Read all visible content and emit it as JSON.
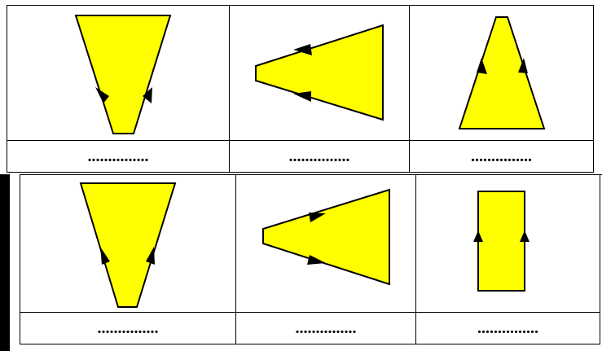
{
  "colors": {
    "fill": "#ffff00",
    "stroke": "#000000",
    "background": "#ffffff"
  },
  "rows": [
    {
      "cells": [
        {
          "figure": "narrowing-downward-arrows-down",
          "answer": "..............."
        },
        {
          "figure": "narrowing-leftward-arrows-left",
          "answer": "..............."
        },
        {
          "figure": "narrowing-upward-arrows-up",
          "answer": "..............."
        }
      ]
    },
    {
      "cells": [
        {
          "figure": "narrowing-downward-arrows-up",
          "answer": "..............."
        },
        {
          "figure": "narrowing-leftward-arrows-right",
          "answer": "..............."
        },
        {
          "figure": "parallel-arrows-up",
          "answer": "..............."
        }
      ]
    }
  ]
}
